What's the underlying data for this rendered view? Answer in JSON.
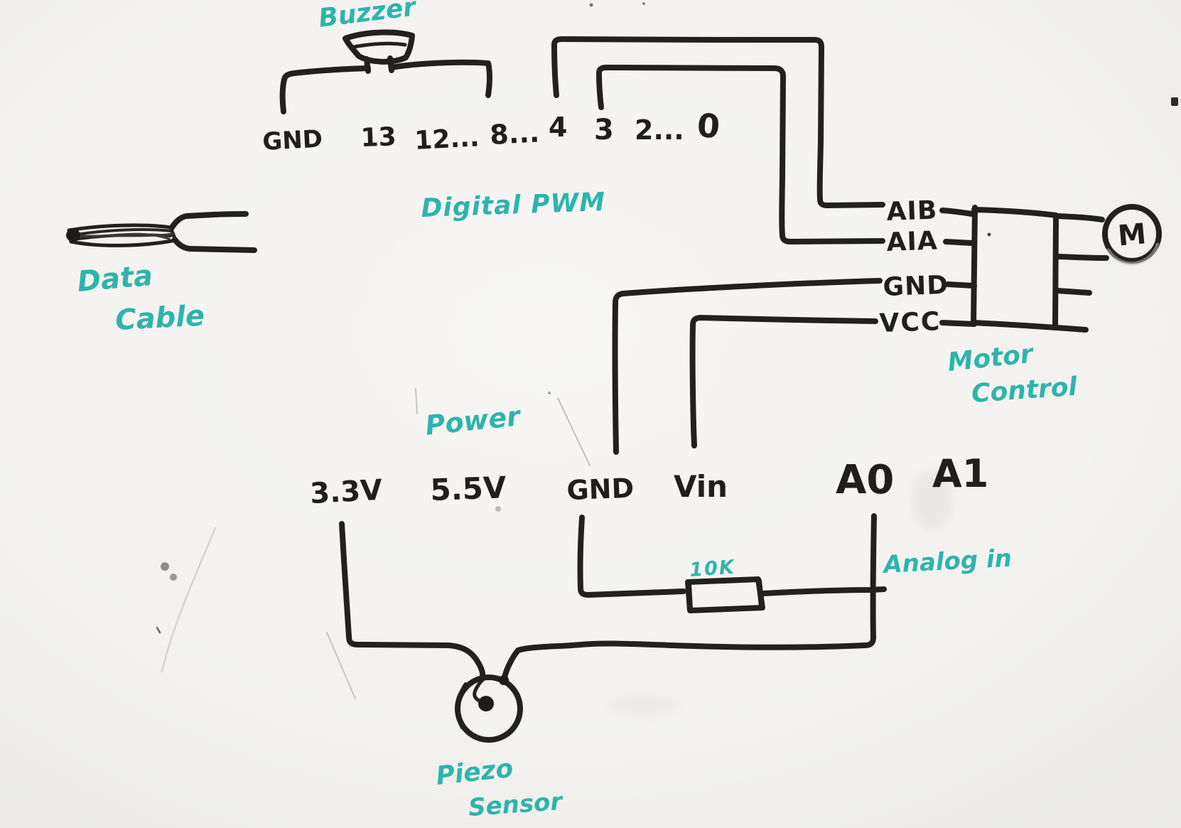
{
  "colors": {
    "ink": "#211f1d",
    "marker_teal": "#2eb4ac",
    "board": "#f4f3f1"
  },
  "buzzer": {
    "label": "Buzzer"
  },
  "digital": {
    "label": "Digital PWM",
    "pins": [
      "GND",
      "13",
      "12...",
      "8...",
      "4",
      "3",
      "2...",
      "0"
    ]
  },
  "data_cable": {
    "line1": "Data",
    "line2": "Cable"
  },
  "motor": {
    "label_line1": "Motor",
    "label_line2": "Control",
    "pins": [
      "AIB",
      "AIA",
      "GND",
      "VCC"
    ],
    "symbol": "M"
  },
  "power": {
    "label": "Power",
    "pins": [
      "3.3V",
      "5.5V",
      "GND",
      "Vin"
    ]
  },
  "analog": {
    "label": "Analog in",
    "pins": [
      "A0",
      "A1"
    ]
  },
  "resistor": {
    "value": "10K"
  },
  "piezo": {
    "line1": "Piezo",
    "line2": "Sensor"
  }
}
